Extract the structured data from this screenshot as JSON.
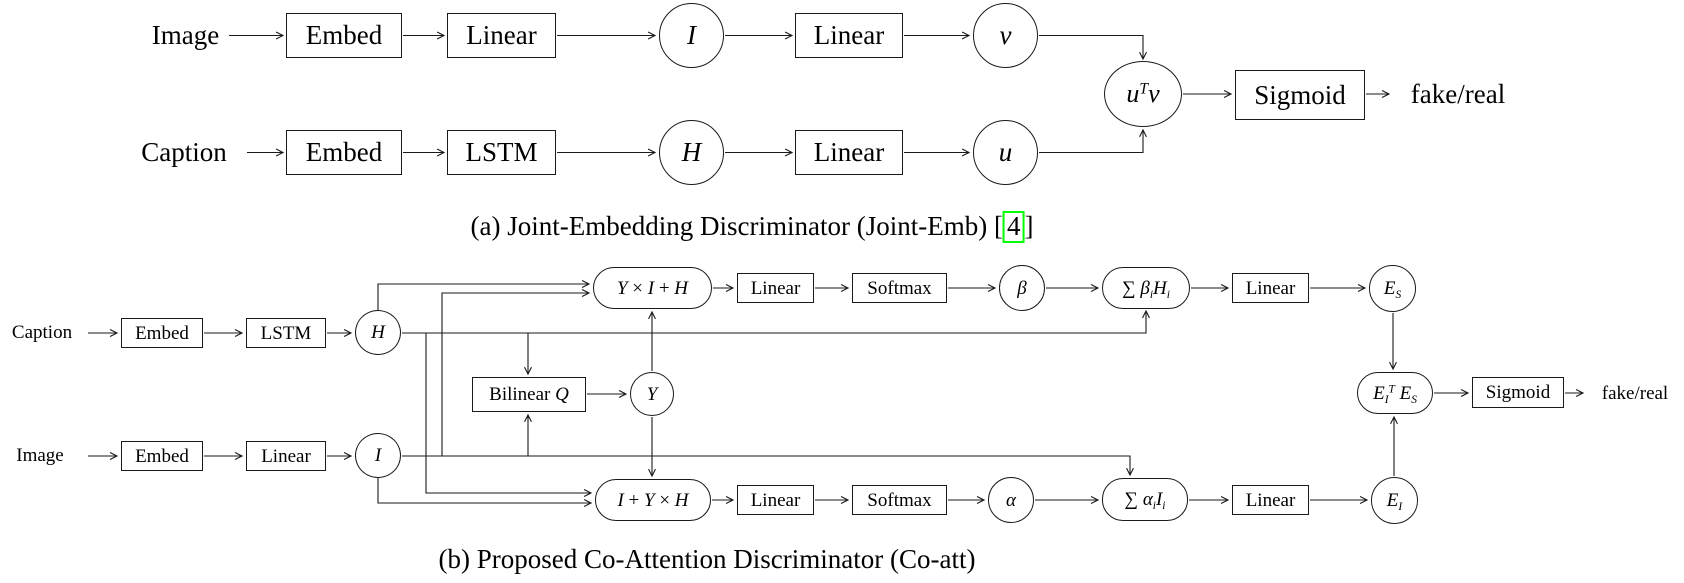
{
  "colors": {
    "line": "#1a1a1a",
    "text": "#000000",
    "citation_box": "#00ff00",
    "background": "#ffffff"
  },
  "panel_a": {
    "image_input": "Image",
    "caption_input": "Caption",
    "nodes": {
      "embed_image": "Embed",
      "linear_image": "Linear",
      "linear_v": "Linear",
      "embed_caption": "Embed",
      "lstm": "LSTM",
      "linear_u": "Linear",
      "sigmoid": "Sigmoid"
    },
    "math": {
      "I": [
        [
          "I",
          "i"
        ]
      ],
      "v": [
        [
          "v",
          "i"
        ]
      ],
      "H": [
        [
          "H",
          "i"
        ]
      ],
      "u": [
        [
          "u",
          "i"
        ]
      ],
      "uTv": [
        [
          "u",
          "i"
        ],
        [
          "T",
          "sup"
        ],
        [
          "v",
          "i"
        ]
      ]
    },
    "output": "fake/real",
    "caption": {
      "prefix": "(a) Joint-Embedding Discriminator (Joint-Emb) [",
      "citation": "4",
      "suffix": "]"
    }
  },
  "panel_b": {
    "caption_input": "Caption",
    "image_input": "Image",
    "nodes": {
      "embed_caption": "Embed",
      "lstm": "LSTM",
      "embed_image": "Embed",
      "linear_image": "Linear",
      "linear_top_1": "Linear",
      "softmax_top": "Softmax",
      "linear_top_2": "Linear",
      "linear_bottom_1": "Linear",
      "softmax_bottom": "Softmax",
      "linear_bottom_2": "Linear",
      "sigmoid": "Sigmoid"
    },
    "math": {
      "H": [
        [
          "H",
          "i"
        ]
      ],
      "I": [
        [
          "I",
          "i"
        ]
      ],
      "YxIpH": [
        [
          "Y",
          "i"
        ],
        [
          " × ",
          ""
        ],
        [
          "I",
          "i"
        ],
        [
          " + ",
          ""
        ],
        [
          "H",
          "i"
        ]
      ],
      "beta": [
        [
          "β",
          "i"
        ]
      ],
      "sum_beta_H": [
        [
          "∑ ",
          ""
        ],
        [
          "β",
          "i"
        ],
        [
          "i",
          "sub"
        ],
        [
          "H",
          "i"
        ],
        [
          "i",
          "sub"
        ]
      ],
      "E_S": [
        [
          "E",
          "i"
        ],
        [
          "S",
          "sub"
        ]
      ],
      "bilinear_Q": [
        [
          "Bilinear ",
          ""
        ],
        [
          "Q",
          "i"
        ]
      ],
      "Y": [
        [
          "Y",
          "i"
        ]
      ],
      "IpYxH": [
        [
          "I",
          "i"
        ],
        [
          " + ",
          ""
        ],
        [
          "Y",
          "i"
        ],
        [
          " × ",
          ""
        ],
        [
          "H",
          "i"
        ]
      ],
      "alpha": [
        [
          "α",
          "i"
        ]
      ],
      "sum_alpha_I": [
        [
          "∑ ",
          ""
        ],
        [
          "α",
          "i"
        ],
        [
          "i",
          "sub"
        ],
        [
          "I",
          "i"
        ],
        [
          "i",
          "sub"
        ]
      ],
      "E_I": [
        [
          "E",
          "i"
        ],
        [
          "I",
          "sub"
        ]
      ],
      "EIT_ES": [
        [
          "E",
          "i"
        ],
        [
          "I",
          "sub"
        ],
        [
          "T",
          "sup"
        ],
        [
          " ",
          ""
        ],
        [
          "E",
          "i"
        ],
        [
          "S",
          "sub"
        ]
      ]
    },
    "output": "fake/real",
    "caption": "(b) Proposed Co-Attention Discriminator (Co-att)"
  }
}
